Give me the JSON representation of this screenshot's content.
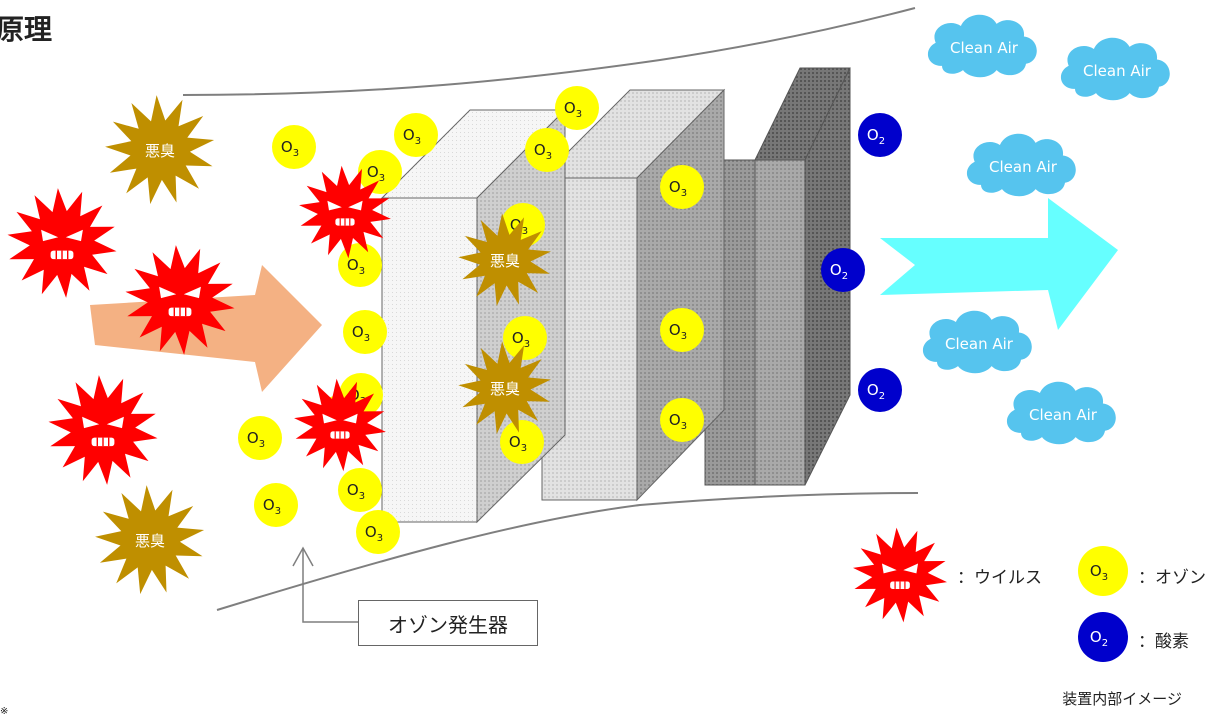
{
  "title": "原理",
  "generator_label": "オゾン発生器",
  "caption": "装置内部イメージ",
  "cut_text": "※",
  "labels": {
    "odor": "悪臭",
    "clean_air": "Clean Air",
    "ozone_main": "O",
    "ozone_sub": "3",
    "oxygen_main": "O",
    "oxygen_sub": "2"
  },
  "legend": {
    "virus": "：ウイルス",
    "ozone": "：オゾン",
    "oxygen": "：酸素"
  },
  "colors": {
    "virus": "#ff0000",
    "odor": "#bf8f00",
    "ozone": "#ffff00",
    "oxygen": "#0000cc",
    "cloud": "#56c4ee",
    "in_arrow": "#f4b183",
    "out_arrow": "#66ffff"
  }
}
